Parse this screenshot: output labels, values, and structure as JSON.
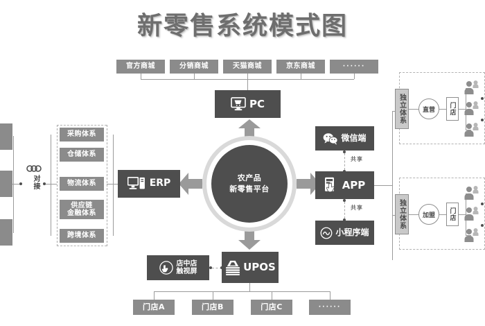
{
  "title": "新零售系统模式图",
  "center": {
    "line1": "农产品",
    "line2": "新零售平台"
  },
  "channels": {
    "items": [
      {
        "label": "官方商城"
      },
      {
        "label": "分销商城"
      },
      {
        "label": "天猫商城"
      },
      {
        "label": "京东商城"
      },
      {
        "label": "······"
      }
    ],
    "hub": {
      "label": "PC",
      "icon": "monitor-icon"
    }
  },
  "left": {
    "erp": {
      "label": "ERP",
      "icon": "desktop-computer-icon"
    },
    "link": {
      "label": "对接",
      "icon": "chain-link-icon"
    },
    "systems": [
      {
        "label": "采购体系"
      },
      {
        "label": "仓储体系"
      },
      {
        "label": "物流体系"
      },
      {
        "label": "供应链\n金融体系",
        "line1": "供应链",
        "line2": "金融体系"
      },
      {
        "label": "跨境体系"
      }
    ],
    "external": [
      {
        "label": ""
      },
      {
        "label": ""
      },
      {
        "label": ""
      }
    ]
  },
  "right": {
    "nodes": [
      {
        "label": "微信端",
        "icon": "wechat-icon"
      },
      {
        "label": "APP",
        "icon": "hand-tap-phone-icon"
      },
      {
        "label": "小程序端",
        "icon": "miniprogram-icon"
      }
    ],
    "share_labels": [
      "共享",
      "共享"
    ],
    "branches": [
      {
        "system": "独立体系",
        "mode": "直营",
        "store": "门店",
        "customers": [
          "customer-icon",
          "customer-icon",
          "customer-icon"
        ]
      },
      {
        "system": "独立体系",
        "mode": "加盟",
        "store": "门店",
        "customers": [
          "customer-icon",
          "customer-icon",
          "customer-icon"
        ]
      }
    ]
  },
  "bottom": {
    "touchscreen": {
      "line1": "店中店",
      "line2": "触视屏",
      "icon": "touch-hand-icon"
    },
    "upos": {
      "label": "UPOS",
      "icon": "pos-terminal-icon"
    },
    "stores": [
      {
        "label": "门店A"
      },
      {
        "label": "门店B"
      },
      {
        "label": "门店C"
      },
      {
        "label": "······"
      }
    ]
  },
  "colors": {
    "dark_box": "#4e4e4e",
    "gray_box": "#8b8b8b",
    "arrow": "#9a9a9a",
    "line": "#9a9a9a",
    "title": "#6e6e6e",
    "background": "#ffffff"
  }
}
